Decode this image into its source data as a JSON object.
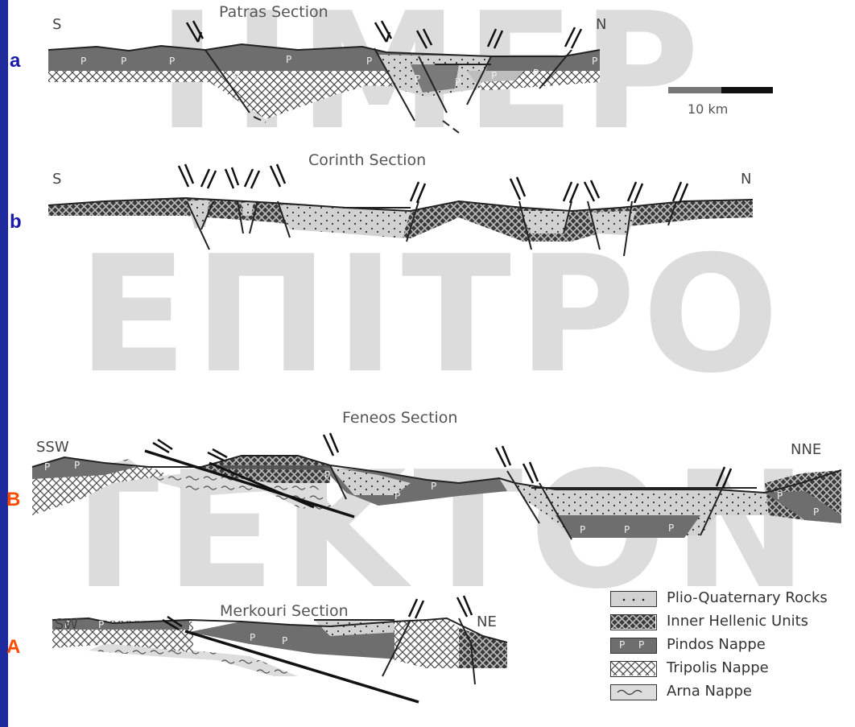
{
  "watermark": [
    "ΗΜΕΡ",
    "ΕΠΙΤΡΟ",
    "ΤΕΚΤΟΝ"
  ],
  "side_labels": {
    "a": "a",
    "b": "b",
    "B": "B",
    "A": "A"
  },
  "sections": {
    "patras": {
      "title": "Patras Section",
      "left": "S",
      "right": "N"
    },
    "corinth": {
      "title": "Corinth Section",
      "left": "S",
      "right": "N"
    },
    "feneos": {
      "title": "Feneos Section",
      "left": "SSW",
      "right": "NNE"
    },
    "merkouri": {
      "title": "Merkouri Section",
      "left": "SW",
      "right": "NE"
    }
  },
  "unit_symbol": "P",
  "scale_bar": "10 km",
  "legend": [
    {
      "label": "Plio-Quaternary Rocks",
      "pattern": "dots"
    },
    {
      "label": "Inner Hellenic Units",
      "pattern": "crosshatch-dark"
    },
    {
      "label": "Pindos Nappe",
      "pattern": "pindos"
    },
    {
      "label": "Tripolis Nappe",
      "pattern": "crosshatch-light"
    },
    {
      "label": "Arna Nappe",
      "pattern": "waves"
    }
  ],
  "colors": {
    "frame": "#1e2a9c",
    "pindos": "#6e6e6e",
    "plio": "#d2d2d2",
    "watermark": "#dcdcdc",
    "label_blue": "#1a1aa8",
    "label_red": "#ff4a00"
  }
}
